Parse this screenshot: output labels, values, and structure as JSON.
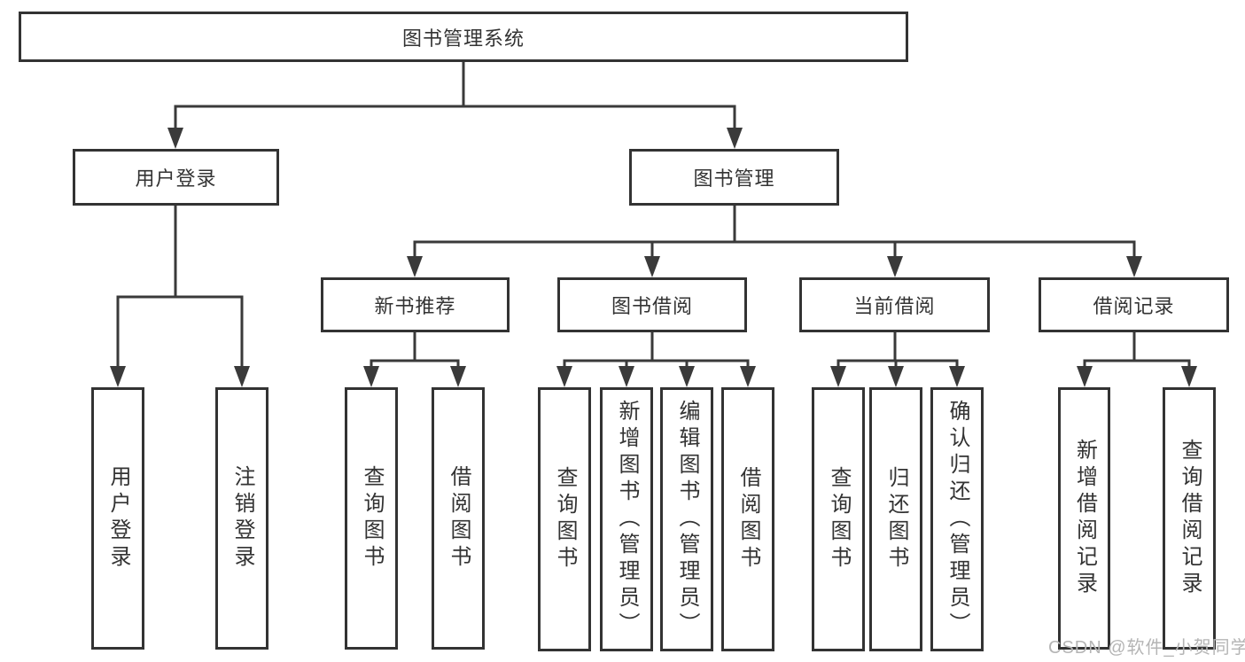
{
  "diagram": {
    "watermark": "CSDN @软件_小贺同学",
    "colors": {
      "line": "#3a3a3a",
      "border": "#333333",
      "text": "#333333",
      "watermark": "#b5b5b5",
      "background": "#ffffff"
    },
    "tree": {
      "label": "图书管理系统",
      "children": [
        {
          "label": "用户登录",
          "children": [
            {
              "label": "用户登录"
            },
            {
              "label": "注销登录"
            }
          ]
        },
        {
          "label": "图书管理",
          "children": [
            {
              "label": "新书推荐",
              "children": [
                {
                  "label": "查询图书"
                },
                {
                  "label": "借阅图书"
                }
              ]
            },
            {
              "label": "图书借阅",
              "children": [
                {
                  "label": "查询图书"
                },
                {
                  "label": "新增图书（管理员）"
                },
                {
                  "label": "编辑图书（管理员）"
                },
                {
                  "label": "借阅图书"
                }
              ]
            },
            {
              "label": "当前借阅",
              "children": [
                {
                  "label": "查询图书"
                },
                {
                  "label": "归还图书"
                },
                {
                  "label": "确认归还（管理员）"
                }
              ]
            },
            {
              "label": "借阅记录",
              "children": [
                {
                  "label": "新增借阅记录"
                },
                {
                  "label": "查询借阅记录"
                }
              ]
            }
          ]
        }
      ]
    }
  }
}
